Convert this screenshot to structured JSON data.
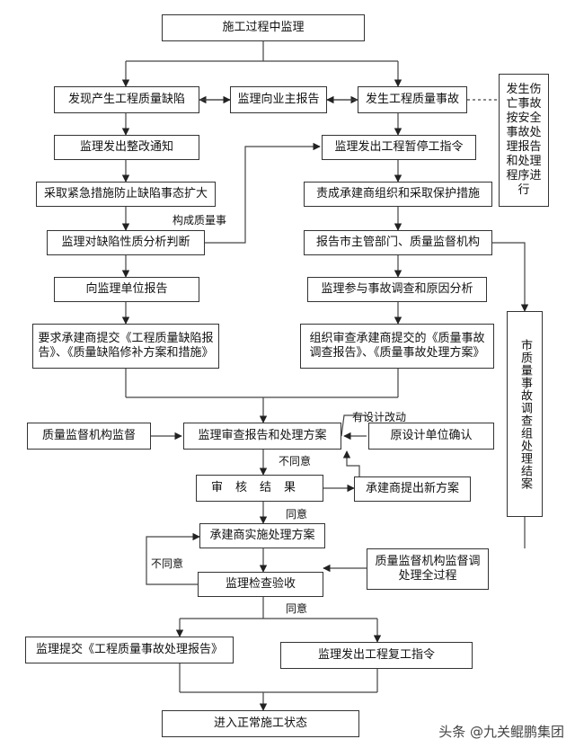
{
  "nodes": {
    "start": "施工过程中监理",
    "defect_found": "发现产生工程质量缺陷",
    "report_owner": "监理向业主报告",
    "accident_occurs": "发生工程质量事故",
    "casualty_note": "发生伤亡事故按安全事故处理报告和处理程序进行",
    "rectify_notice": "监理发出整改通知",
    "stop_order": "监理发出工程暂停工指令",
    "emergency_measures": "采取紧急措施防止缺陷事态扩大",
    "protect_measures": "责成承建商组织和采取保护措施",
    "defect_analysis": "监理对缺陷性质分析判断",
    "report_authority": "报告市主管部门、质量监督机构",
    "report_unit": "向监理单位报告",
    "accident_investigation": "监理参与事故调查和原因分析",
    "contractor_submit_defect": "要求承建商提交《工程质量缺陷报告》、《质量缺陷修补方案和措施》",
    "review_accident_reports": "组织审查承建商提交的《质量事故调查报告》、《质量事故处理方案》",
    "city_investigation": "市质量事故调查组处理结案",
    "supervision_station": "质量监督机构监督",
    "review_plan": "监理审查报告和处理方案",
    "design_confirm": "原设计单位确认",
    "audit_result": "审核结果",
    "new_plan": "承建商提出新方案",
    "implement_plan": "承建商实施处理方案",
    "supervise_process": "质量监督机构监督调处理全过程",
    "inspection_acceptance": "监理检查验收",
    "submit_report": "监理提交《工程质量事故处理报告》",
    "resume_order": "监理发出工程复工指令",
    "normal_construction": "进入正常施工状态"
  },
  "labels": {
    "quality_accident": "构成质量事",
    "design_change": "有设计改动",
    "disagree_1": "不同意",
    "agree_1": "同意",
    "disagree_2": "不同意",
    "agree_2": "同意"
  },
  "watermark": "头条 @九关鲲鹏集团"
}
